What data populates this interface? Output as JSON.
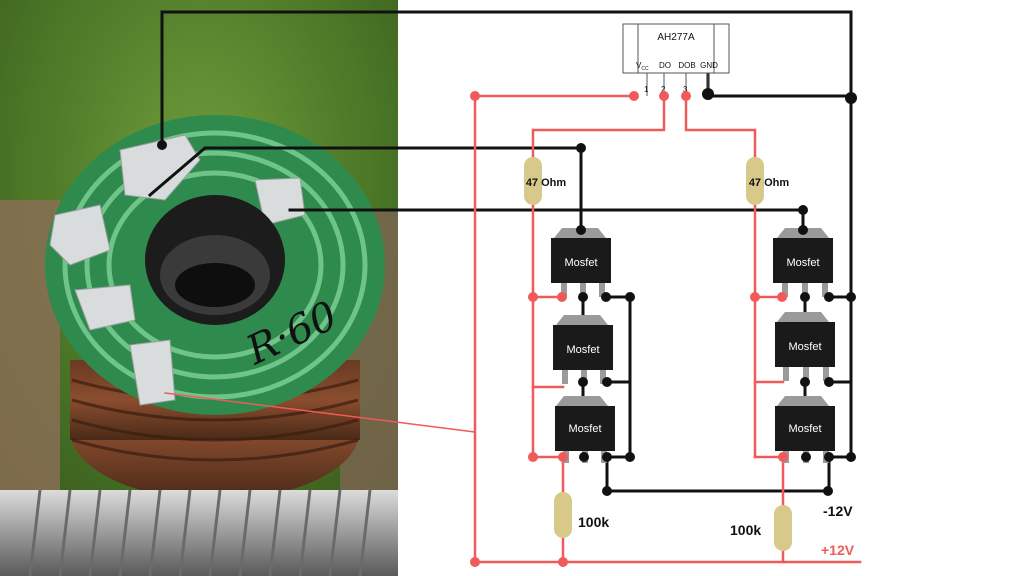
{
  "sensor": {
    "name": "AH277A",
    "pins": [
      {
        "num": "1",
        "label": "V",
        "sub": "CC"
      },
      {
        "num": "2",
        "label": "DO",
        "sub": ""
      },
      {
        "num": "3",
        "label": "DOB",
        "sub": ""
      },
      {
        "num": "",
        "label": "GND",
        "sub": ""
      }
    ]
  },
  "resistors": {
    "gate_left": "47 Ohm",
    "gate_right": "47 Ohm",
    "pulldown_left": "100k",
    "pulldown_right": "100k"
  },
  "mosfet_label": "Mosfet",
  "rails": {
    "negative": "-12V",
    "positive": "+12V"
  },
  "photo_annotation": "R·60",
  "colors": {
    "red_wire": "#f05a5a",
    "black_wire": "#111111",
    "resistor_fill": "#d8c98a",
    "mosfet_fill": "#1a1a1a",
    "mosfet_tab": "#9a9a9a"
  }
}
